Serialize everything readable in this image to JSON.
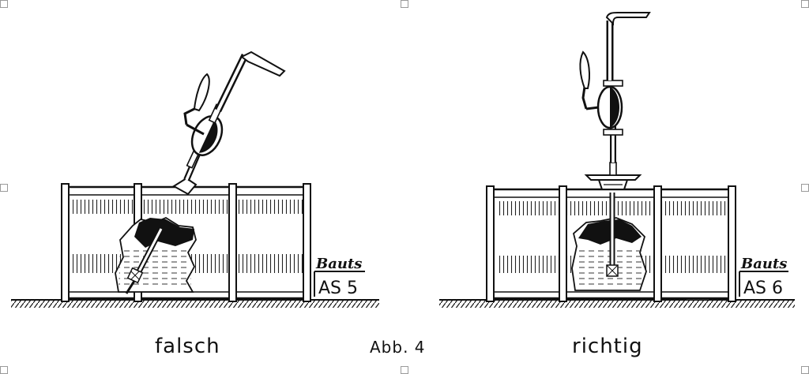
{
  "figure": {
    "left_caption": "falsch",
    "center_caption": "Abb. 4",
    "right_caption": "richtig",
    "left_brand": "Bauts",
    "left_model": "AS 5",
    "right_brand": "Bauts",
    "right_model": "AS 6"
  },
  "colors": {
    "ink": "#111111",
    "paper": "#ffffff",
    "handle_frame": "#9a9a9a"
  }
}
